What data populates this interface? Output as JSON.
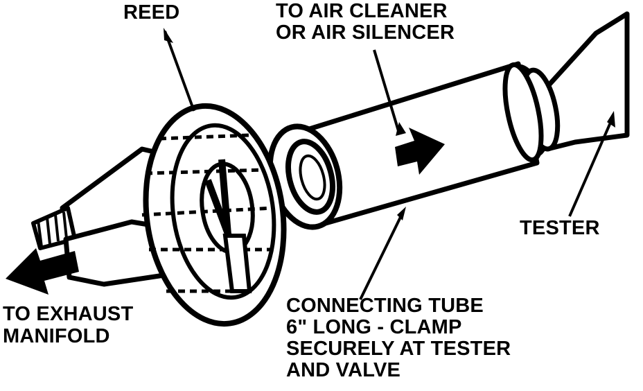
{
  "labels": {
    "reed": "REED",
    "air_line1": "TO AIR CLEANER",
    "air_line2": "OR AIR SILENCER",
    "tester": "TESTER",
    "exhaust_line1": "TO EXHAUST",
    "exhaust_line2": "MANIFOLD",
    "tube_line1": "CONNECTING TUBE",
    "tube_line2": "6\" LONG - CLAMP",
    "tube_line3": "SECURELY AT TESTER",
    "tube_line4": "AND VALVE"
  },
  "colors": {
    "ink": "#000000",
    "paper": "#ffffff"
  }
}
